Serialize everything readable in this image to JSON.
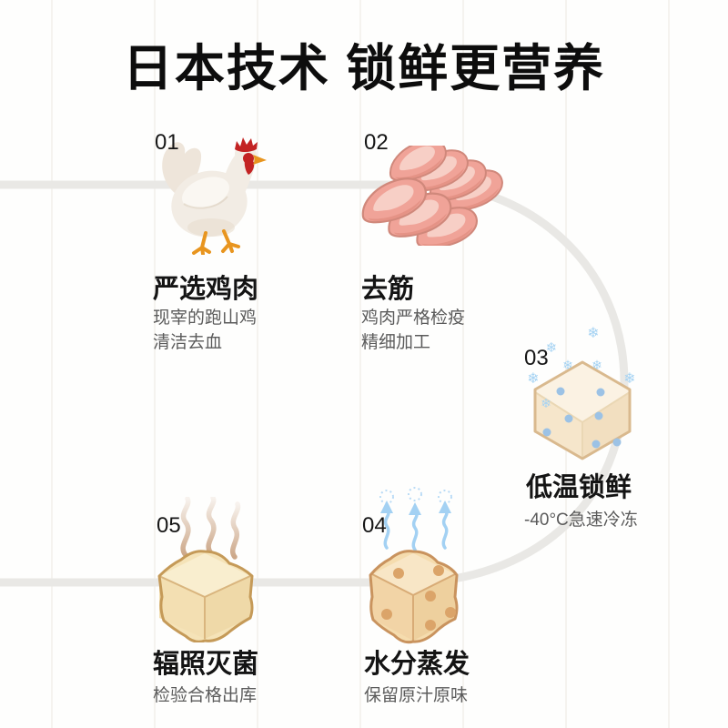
{
  "title": "日本技术 锁鲜更营养",
  "icons": {
    "snowflake": "❄"
  },
  "colors": {
    "title_text": "#0d0d0d",
    "flow_line": "#e9e8e5",
    "heading_text": "#141414",
    "desc_text": "#5b5b5b",
    "snow_blue": "#a6d3f3",
    "steam_blue": "#a3d1f3",
    "heat_tan": "#c79e7c",
    "comb_red": "#c32323",
    "meat_pink": "#f0a398",
    "cube_cream": "#faf0e0"
  },
  "steps": [
    {
      "number": "01",
      "heading": "严选鸡肉",
      "desc_lines": [
        "现宰的跑山鸡",
        "清洁去血"
      ]
    },
    {
      "number": "02",
      "heading": "去筋",
      "desc_lines": [
        "鸡肉严格检疫",
        "精细加工"
      ]
    },
    {
      "number": "03",
      "heading": "低温锁鲜",
      "desc_lines": [
        "-40°C急速冷冻"
      ]
    },
    {
      "number": "04",
      "heading": "水分蒸发",
      "desc_lines": [
        "保留原汁原味"
      ]
    },
    {
      "number": "05",
      "heading": "辐照灭菌",
      "desc_lines": [
        "检验合格出库"
      ]
    }
  ]
}
